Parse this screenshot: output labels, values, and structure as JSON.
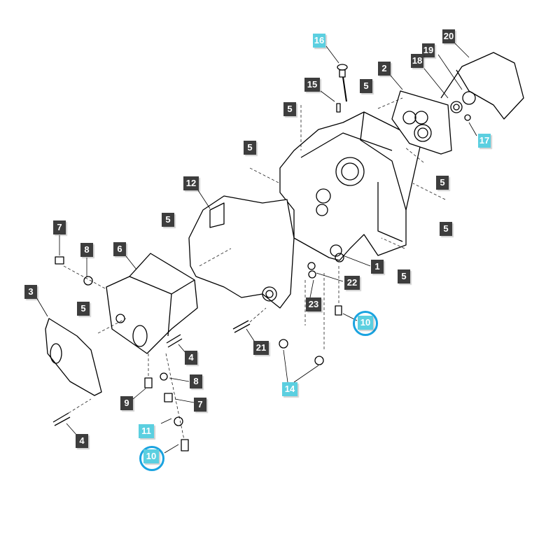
{
  "colors": {
    "label_bg": "#3d3d3d",
    "highlight_label_bg": "#5bcfe0",
    "highlight_ring": "#1aa3e0",
    "line": "#000000"
  },
  "labels": [
    {
      "text": "16",
      "highlight": true
    },
    {
      "text": "20"
    },
    {
      "text": "19"
    },
    {
      "text": "18"
    },
    {
      "text": "2"
    },
    {
      "text": "5"
    },
    {
      "text": "15"
    },
    {
      "text": "5"
    },
    {
      "text": "17",
      "highlight": true
    },
    {
      "text": "5"
    },
    {
      "text": "12"
    },
    {
      "text": "5"
    },
    {
      "text": "5"
    },
    {
      "text": "5"
    },
    {
      "text": "7"
    },
    {
      "text": "8"
    },
    {
      "text": "6"
    },
    {
      "text": "1"
    },
    {
      "text": "5"
    },
    {
      "text": "22"
    },
    {
      "text": "3"
    },
    {
      "text": "5"
    },
    {
      "text": "23"
    },
    {
      "text": "10",
      "highlight": true,
      "circled": true
    },
    {
      "text": "21"
    },
    {
      "text": "4"
    },
    {
      "text": "8"
    },
    {
      "text": "14",
      "highlight": true
    },
    {
      "text": "9"
    },
    {
      "text": "7"
    },
    {
      "text": "11",
      "highlight": true
    },
    {
      "text": "4"
    },
    {
      "text": "10",
      "highlight": true,
      "circled": true
    }
  ]
}
